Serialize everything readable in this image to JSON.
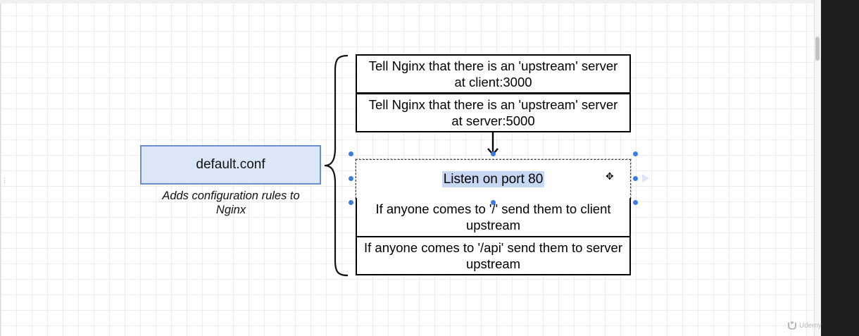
{
  "diagram": {
    "source": {
      "label": "default.conf",
      "caption": "Adds configuration rules to Nginx"
    },
    "steps": [
      {
        "text": "Tell Nginx that there is an 'upstream' server at client:3000"
      },
      {
        "text": "Tell Nginx that there is an 'upstream' server at server:5000"
      },
      {
        "text": "Listen on port 80",
        "selected": true
      },
      {
        "text": "If anyone comes to '/' send them to client upstream"
      },
      {
        "text": "If anyone comes to '/api' send them to server upstream"
      }
    ]
  },
  "colors": {
    "source_fill": "#dbe7f7",
    "source_border": "#6d8fcd",
    "selection_handle": "#3a7de0",
    "text_highlight": "#c6d7f3"
  },
  "watermark": {
    "icon": "udemy-logo-icon",
    "text": "Udemy"
  }
}
